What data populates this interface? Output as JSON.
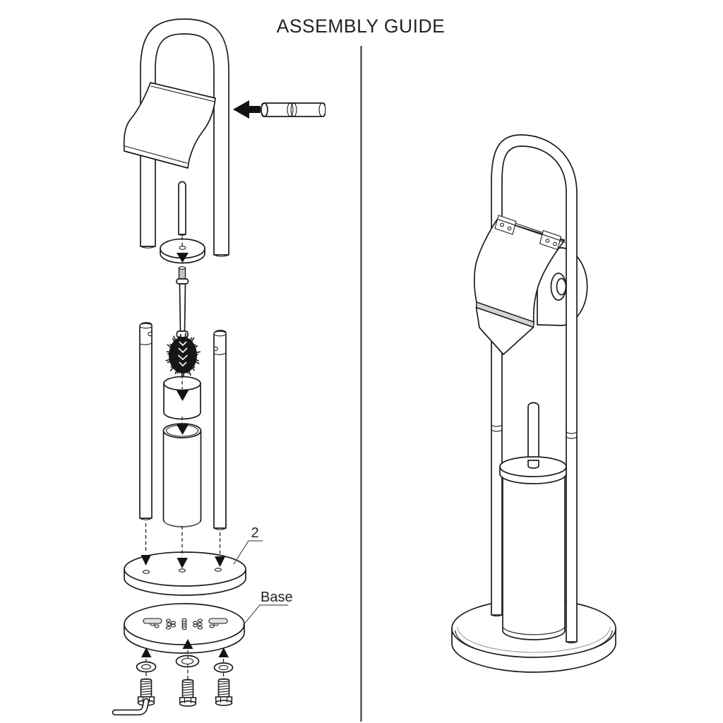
{
  "title": "ASSEMBLY GUIDE",
  "labels": {
    "part_number": "2",
    "base": "Base"
  },
  "colors": {
    "line": "#1c1c1c",
    "divider": "#3f3f3f",
    "lip_gray": "#d4d4d4",
    "stud_gray": "#c4c4c4",
    "background": "#ffffff"
  }
}
